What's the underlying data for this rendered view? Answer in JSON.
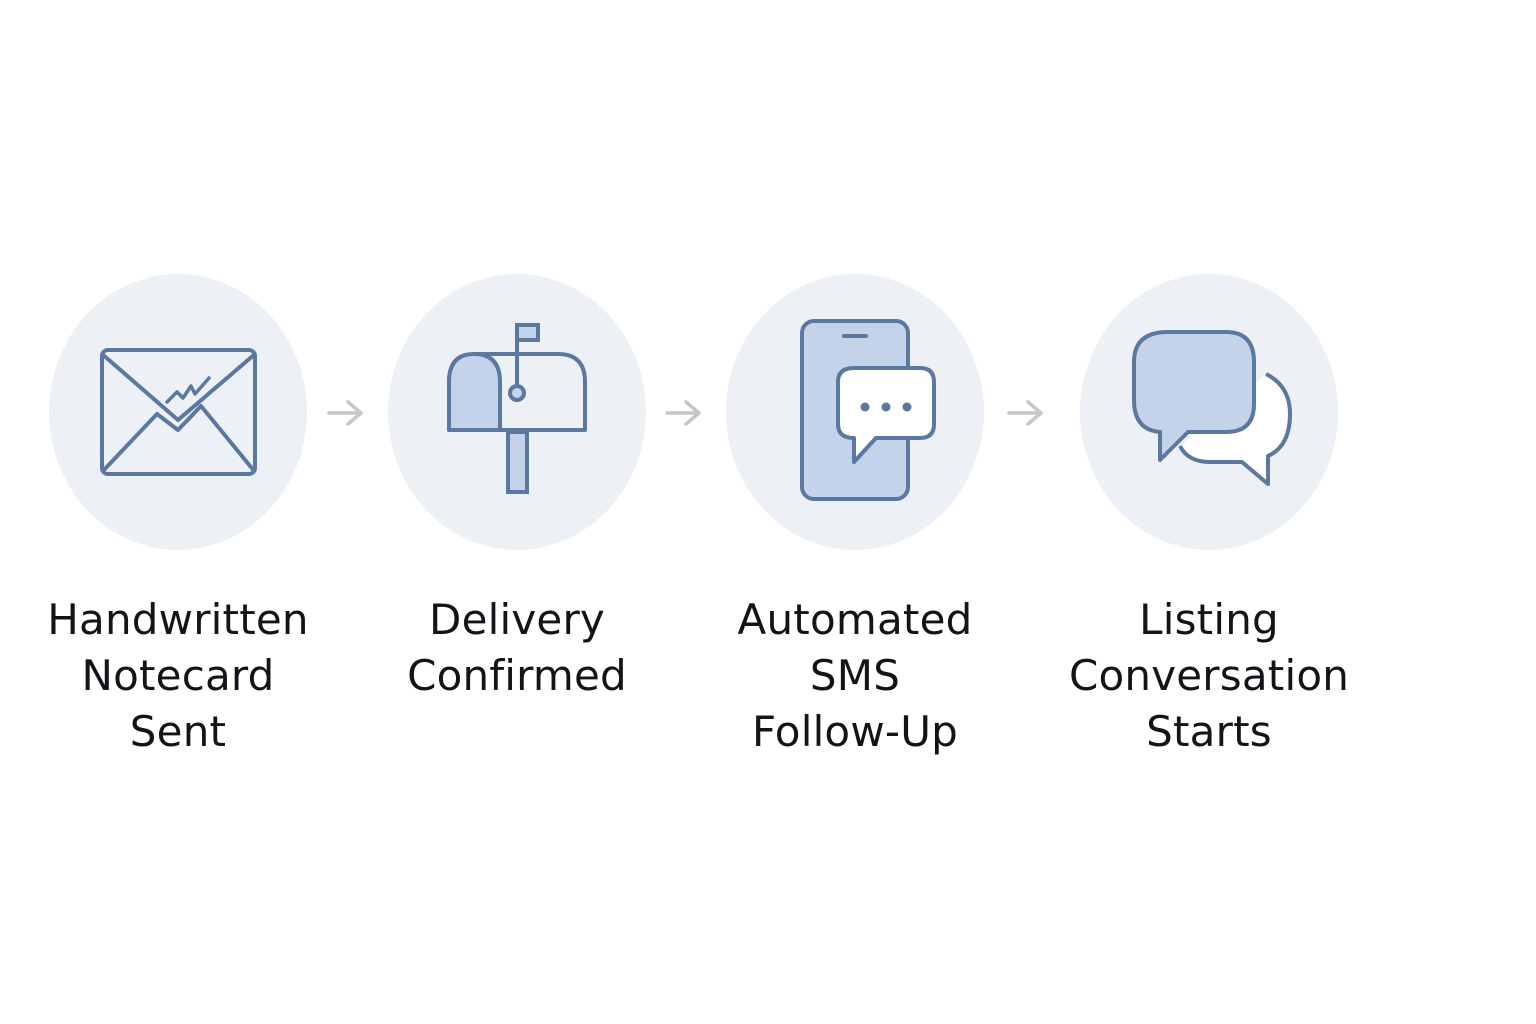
{
  "steps": [
    {
      "icon": "envelope-signature-icon",
      "label_lines": [
        "Handwritten",
        "Notecard",
        "Sent"
      ]
    },
    {
      "icon": "mailbox-icon",
      "label_lines": [
        "Delivery",
        "Confirmed"
      ]
    },
    {
      "icon": "phone-sms-icon",
      "label_lines": [
        "Automated",
        "SMS",
        "Follow-Up"
      ]
    },
    {
      "icon": "chat-bubbles-icon",
      "label_lines": [
        "Listing",
        "Conversation",
        "Starts"
      ]
    }
  ],
  "colors": {
    "circle_fill": "#edf1f6",
    "icon_stroke": "#5a78a0",
    "icon_fill": "#c4d3ea",
    "arrow": "#c6c6c6",
    "text": "#111418"
  }
}
